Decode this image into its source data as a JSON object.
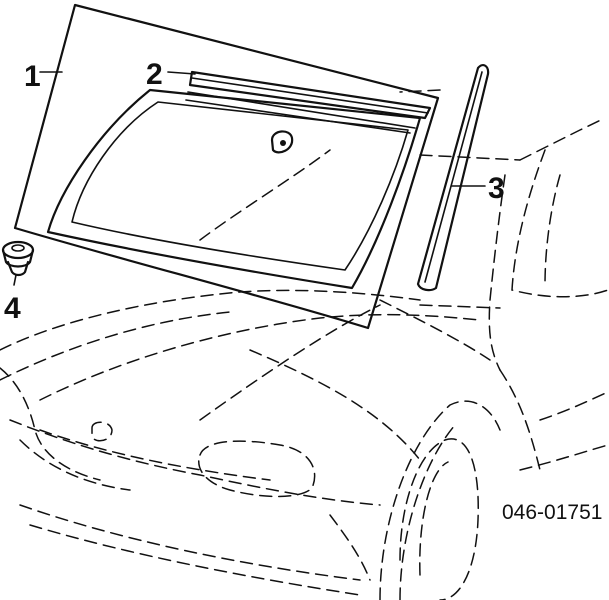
{
  "callouts": {
    "part_1": "1",
    "part_2": "2",
    "part_3": "3",
    "part_4": "4"
  },
  "reference_code": "046-01751",
  "colors": {
    "ink": "#111111",
    "background": "#ffffff"
  }
}
